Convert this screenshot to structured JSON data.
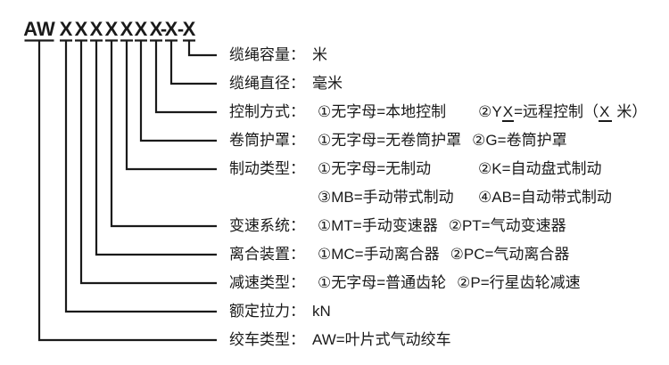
{
  "code": {
    "text": "AW X X X X X X X-X-X",
    "tokens": [
      "AW",
      "X",
      "X",
      "X",
      "X",
      "X",
      "X",
      "X",
      "X",
      "X"
    ],
    "dash": "-"
  },
  "rows": [
    {
      "label": "缆绳容量：",
      "items": [
        "米"
      ]
    },
    {
      "label": "缆绳直径：",
      "items": [
        "毫米"
      ]
    },
    {
      "label": "控制方式：",
      "items": [
        "①无字母=本地控制"
      ],
      "remote": {
        "a": "②Y",
        "x1": "X",
        "b": "=远程控制（",
        "x2": "X",
        "c": "米）"
      }
    },
    {
      "label": "卷筒护罩：",
      "items": [
        "①无字母=无卷筒护罩",
        "②G=卷筒护罩"
      ]
    },
    {
      "label": "制动类型：",
      "line1": [
        "①无字母=无制动",
        "②K=自动盘式制动"
      ],
      "line2": [
        "③MB=手动带式制动",
        "④AB=自动带式制动"
      ]
    },
    {
      "label": "变速系统：",
      "items": [
        "①MT=手动变速器",
        "②PT=气动变速器"
      ]
    },
    {
      "label": "离合装置：",
      "items": [
        "①MC=手动离合器",
        "②PC=气动离合器"
      ]
    },
    {
      "label": "减速类型：",
      "items": [
        "①无字母=普通齿轮",
        "②P=行星齿轮减速"
      ]
    },
    {
      "label": "额定拉力：",
      "items": [
        "kN"
      ]
    },
    {
      "label": "绞车类型：",
      "items": [
        "AW=叶片式气动绞车"
      ]
    }
  ],
  "colors": {
    "text": "#1a1a1a",
    "line": "#1a1a1a",
    "background": "#ffffff"
  }
}
